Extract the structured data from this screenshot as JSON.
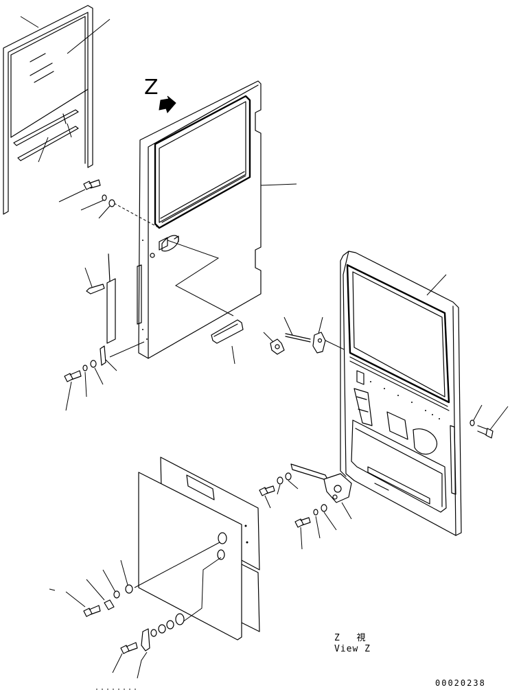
{
  "labels": {
    "view_marker": "Z",
    "view_caption_jp": "Z  視",
    "view_caption_en": "View Z",
    "drawing_id": "00020238"
  },
  "colors": {
    "line": "#000000",
    "background": "#ffffff"
  }
}
